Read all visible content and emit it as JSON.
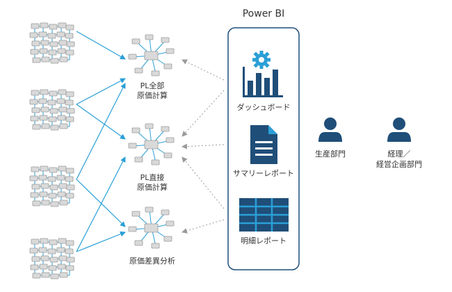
{
  "panel": {
    "title": "Power BI",
    "items": [
      {
        "label": "ダッシュボード",
        "icon": "dashboard-gear-chart-icon"
      },
      {
        "label": "サマリーレポート",
        "icon": "document-icon"
      },
      {
        "label": "明細レポート",
        "icon": "table-grid-icon"
      }
    ]
  },
  "processes": [
    {
      "line1": "PL全部",
      "line2": "原価計算"
    },
    {
      "line1": "PL直接",
      "line2": "原価計算"
    },
    {
      "line1": "原価差異分析",
      "line2": ""
    }
  ],
  "users": [
    {
      "line1": "生産部門",
      "line2": ""
    },
    {
      "line1": "経理／",
      "line2": "経営企画部門"
    }
  ],
  "sources": {
    "count": 4,
    "icon": "data-network-icon"
  },
  "colors": {
    "accent_blue": "#2a9fd6",
    "navy": "#1f4e79",
    "dotted_gray": "#999999",
    "node_gray": "#d9d9d9"
  }
}
